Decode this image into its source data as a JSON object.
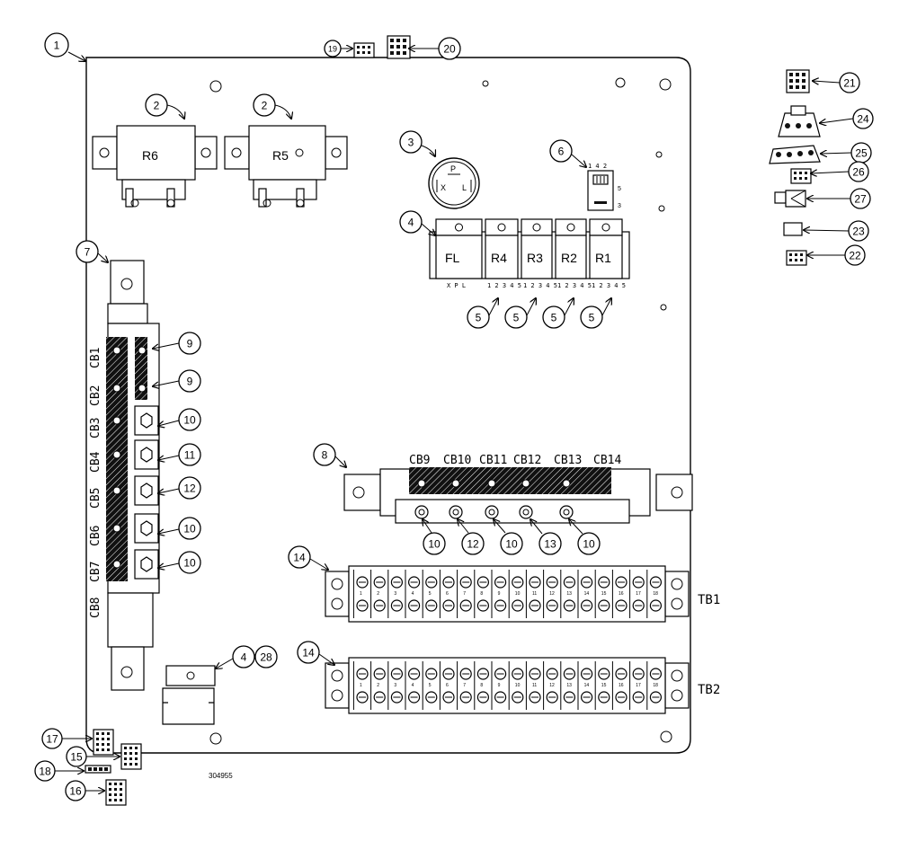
{
  "drawing_number": "304955",
  "relays": {
    "r6": "R6",
    "r5": "R5"
  },
  "flasher": {
    "top": "P",
    "x": "X",
    "l": "L"
  },
  "switch_pins": {
    "top": "1 4 2",
    "right_top": "5",
    "right_bottom": "3"
  },
  "relay_block": {
    "labels": [
      "FL",
      "R4",
      "R3",
      "R2",
      "R1"
    ],
    "pins": [
      "X P L",
      "1 2 3 4 5",
      "1 2 3 4 5",
      "1 2 3 4 5",
      "1 2 3 4 5"
    ]
  },
  "cb_vertical": [
    "CB1",
    "CB2",
    "CB3",
    "CB4",
    "CB5",
    "CB6",
    "CB7",
    "CB8"
  ],
  "cb_horizontal": [
    "CB9",
    "CB10",
    "CB11",
    "CB12",
    "CB13",
    "CB14"
  ],
  "terminal_blocks": {
    "tb1": "TB1",
    "tb2": "TB2",
    "terminals": [
      "1",
      "2",
      "3",
      "4",
      "5",
      "6",
      "7",
      "8",
      "9",
      "10",
      "11",
      "12",
      "13",
      "14",
      "15",
      "16",
      "17",
      "18"
    ]
  },
  "callouts": {
    "c1": "1",
    "c2a": "2",
    "c2b": "2",
    "c3": "3",
    "c4a": "4",
    "c4b": "4",
    "c5a": "5",
    "c5b": "5",
    "c5c": "5",
    "c5d": "5",
    "c6": "6",
    "c7": "7",
    "c8": "8",
    "c9a": "9",
    "c9b": "9",
    "c10a": "10",
    "c10b": "10",
    "c10c": "10",
    "c10d": "10",
    "c10e": "10",
    "c10f": "10",
    "c11": "11",
    "c12a": "12",
    "c12b": "12",
    "c13": "13",
    "c14a": "14",
    "c14b": "14",
    "c15": "15",
    "c16": "16",
    "c17": "17",
    "c18": "18",
    "c19": "19",
    "c20": "20",
    "c21": "21",
    "c22": "22",
    "c23": "23",
    "c24": "24",
    "c25": "25",
    "c26": "26",
    "c27": "27",
    "c28": "28"
  }
}
